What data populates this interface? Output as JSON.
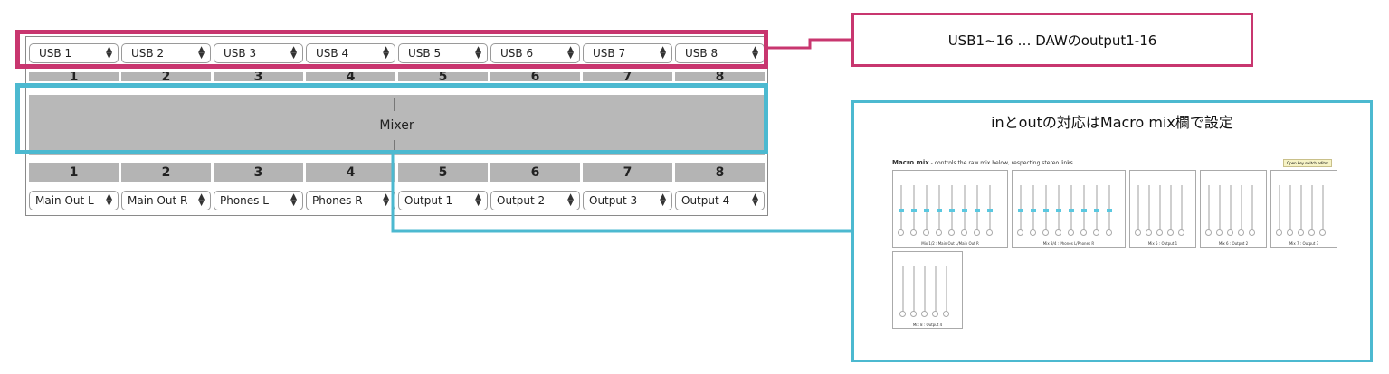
{
  "inputs": [
    "USB 1",
    "USB 2",
    "USB 3",
    "USB 4",
    "USB 5",
    "USB 6",
    "USB 7",
    "USB 8"
  ],
  "top_numbers": [
    "1",
    "2",
    "3",
    "4",
    "5",
    "6",
    "7",
    "8"
  ],
  "mixer_label": "Mixer",
  "bottom_numbers": [
    "1",
    "2",
    "3",
    "4",
    "5",
    "6",
    "7",
    "8"
  ],
  "outputs": [
    "Main Out L",
    "Main Out R",
    "Phones L",
    "Phones R",
    "Output 1",
    "Output 2",
    "Output 3",
    "Output 4"
  ],
  "annotation_red": "USB1~16 … DAWのoutput1-16",
  "annotation_blue": "inとoutの対応はMacro mix欄で設定",
  "macro": {
    "title": "Macro mix",
    "subtitle": " - controls the raw mix below, respecting stereo links",
    "button": "Open key switch editor",
    "mixes": [
      "Mix 1/2 : Main Out L/Main Out R",
      "Mix 3/4 : Phones L/Phones R",
      "Mix 5 : Output 1",
      "Mix 6 : Output 2",
      "Mix 7 : Output 3",
      "Mix 8 : Output 4"
    ]
  },
  "colors": {
    "highlight_inputs": "#c8366f",
    "highlight_mixer": "#4cb9d0",
    "cell_gray": "#b4b4b4"
  }
}
